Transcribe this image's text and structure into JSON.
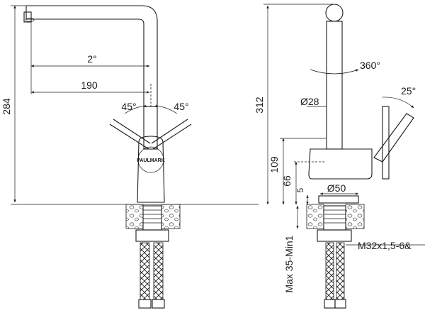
{
  "brand": "PAULMARK",
  "left_view": {
    "height_label": "284",
    "angle_label": "2°",
    "reach_label": "190",
    "lever_left_angle": "45°",
    "lever_right_angle": "45°"
  },
  "right_view": {
    "height_label": "312",
    "rotation_label": "360°",
    "diameter_spout": "Ø28",
    "lever_angle": "25°",
    "body_height": "109",
    "lever_height": "66",
    "base_gap": "5",
    "diameter_base": "Ø50",
    "mount_label": "Max 35-Min1",
    "thread_label": "M32x1,5-6&"
  }
}
